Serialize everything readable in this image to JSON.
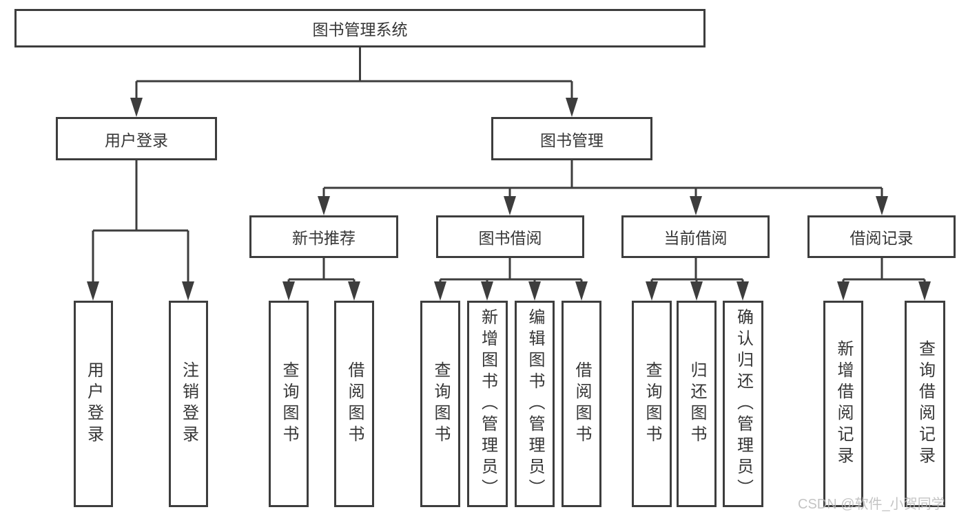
{
  "diagram": {
    "type": "tree",
    "root": {
      "label": "图书管理系统",
      "children": [
        {
          "label": "用户登录",
          "children": [
            {
              "label": "用户登录"
            },
            {
              "label": "注销登录"
            }
          ]
        },
        {
          "label": "图书管理",
          "children": [
            {
              "label": "新书推荐",
              "children": [
                {
                  "label": "查询图书"
                },
                {
                  "label": "借阅图书"
                }
              ]
            },
            {
              "label": "图书借阅",
              "children": [
                {
                  "label": "查询图书"
                },
                {
                  "label": "新增图书（管理员）"
                },
                {
                  "label": "编辑图书（管理员）"
                },
                {
                  "label": "借阅图书"
                }
              ]
            },
            {
              "label": "当前借阅",
              "children": [
                {
                  "label": "查询图书"
                },
                {
                  "label": "归还图书"
                },
                {
                  "label": "确认归还（管理员）"
                }
              ]
            },
            {
              "label": "借阅记录",
              "children": [
                {
                  "label": "新增借阅记录"
                },
                {
                  "label": "查询借阅记录"
                }
              ]
            }
          ]
        }
      ]
    }
  },
  "watermark": {
    "text": "CSDN @软件_小贺同学"
  },
  "colors": {
    "line": "#3d3d3d",
    "text": "#363636",
    "box_background": "#ffffff",
    "page_background": "#ffffff",
    "watermark": "#bababa"
  }
}
